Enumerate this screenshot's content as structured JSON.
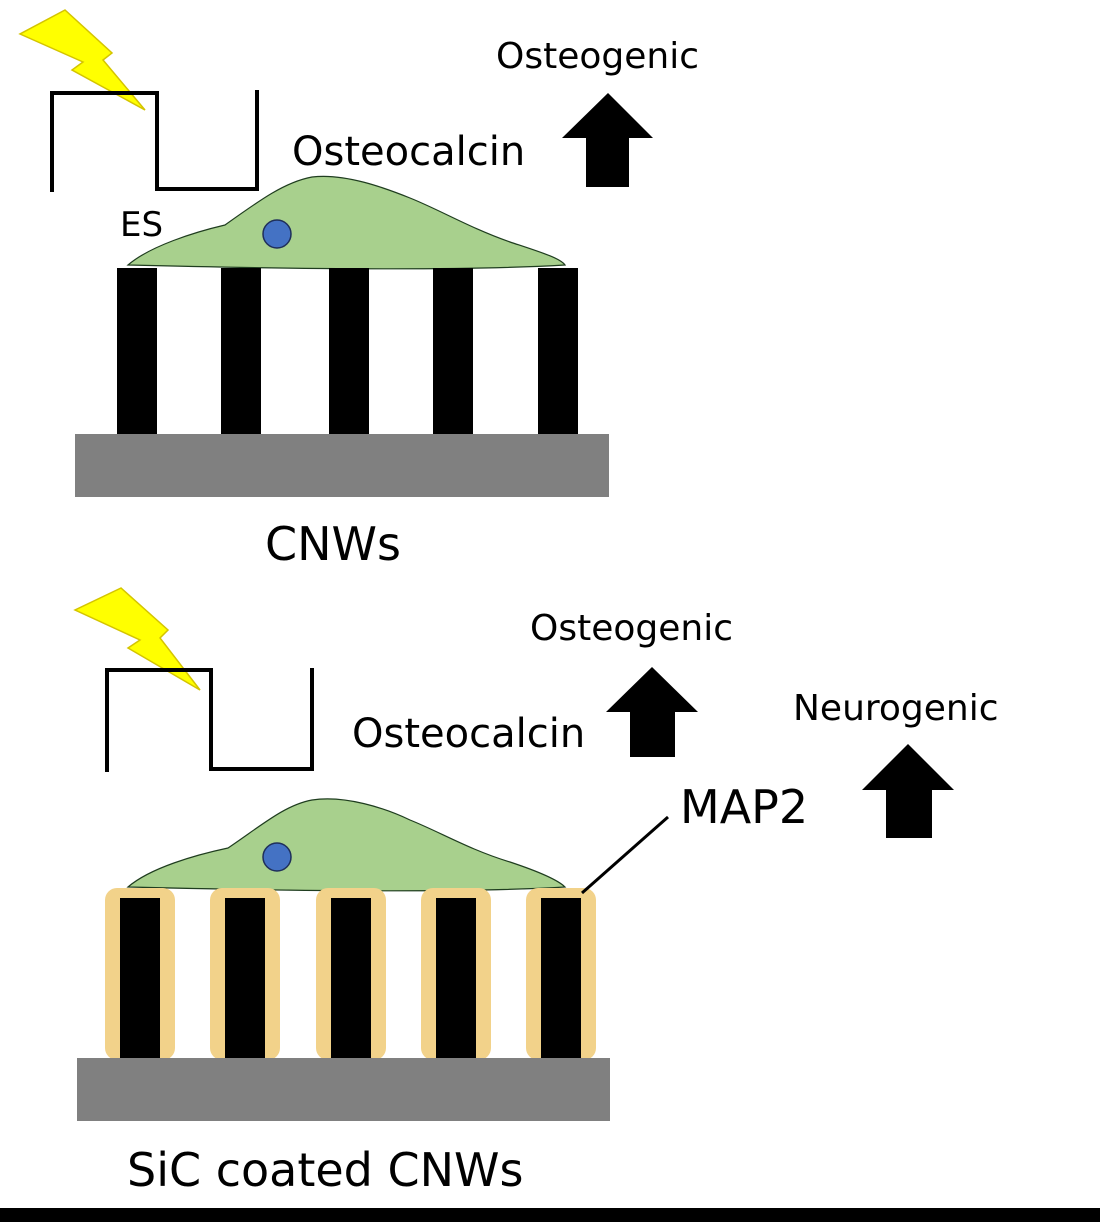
{
  "colors": {
    "pillar": "#000000",
    "substrate": "#808080",
    "cell": "#a8d08d",
    "nucleus": "#4472c4",
    "coating": "#f2d28a",
    "lightning": "#ffff00",
    "arrow": "#000000",
    "bottom_bar": "#000000"
  },
  "icons": {
    "lightning": "lightning-bolt-icon",
    "arrow": "up-arrow-icon"
  },
  "panel_top": {
    "es_label": "ES",
    "osteocalcin_label": "Osteocalcin",
    "osteogenic_label": "Osteogenic",
    "substrate_label": "CNWs"
  },
  "panel_bottom": {
    "osteocalcin_label": "Osteocalcin",
    "osteogenic_label": "Osteogenic",
    "neurogenic_label": "Neurogenic",
    "map2_label": "MAP2",
    "substrate_label": "SiC coated CNWs"
  }
}
